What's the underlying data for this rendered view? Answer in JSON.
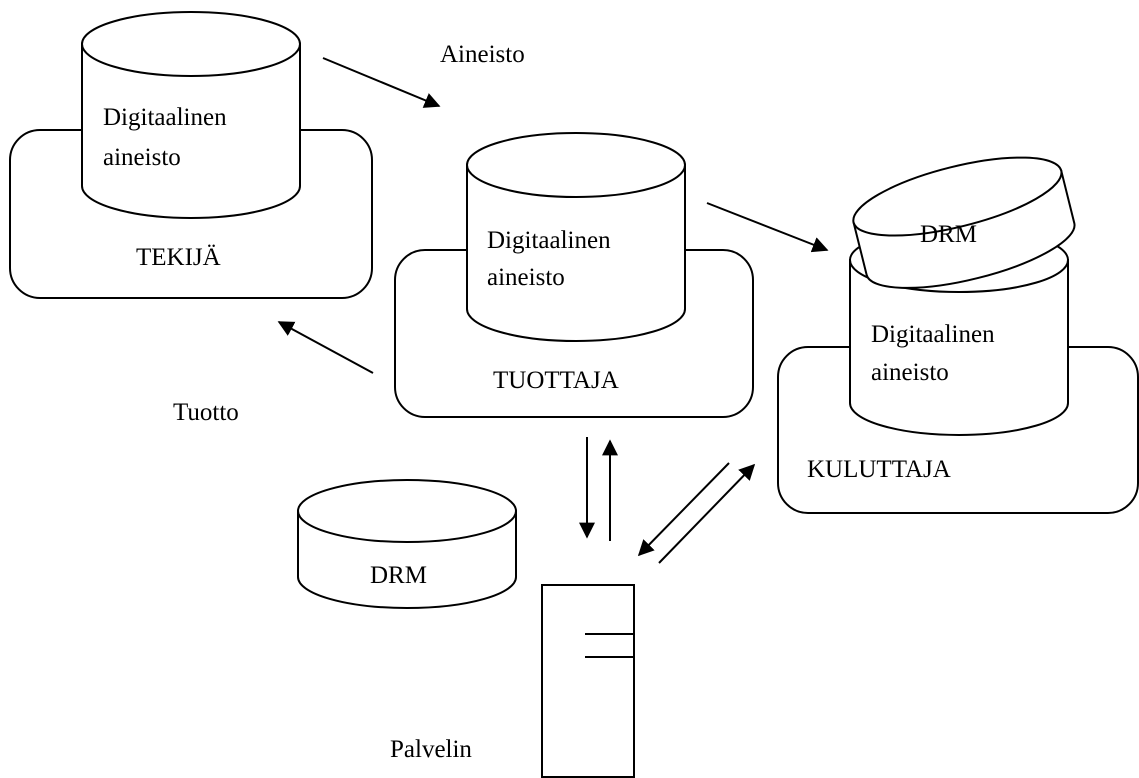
{
  "labels": {
    "aineisto_top": "Aineisto",
    "tuotto": "Tuotto",
    "palvelin": "Palvelin"
  },
  "tekija": {
    "box_label": "TEKIJÄ",
    "cylinder_line1": "Digitaalinen",
    "cylinder_line2": "aineisto"
  },
  "tuottaja": {
    "box_label": "TUOTTAJA",
    "cylinder_line1": "Digitaalinen",
    "cylinder_line2": "aineisto"
  },
  "kuluttaja": {
    "box_label": "KULUTTAJA",
    "cylinder_line1": "Digitaalinen",
    "cylinder_line2": "aineisto",
    "drm_label": "DRM"
  },
  "drm_db": {
    "label": "DRM"
  }
}
